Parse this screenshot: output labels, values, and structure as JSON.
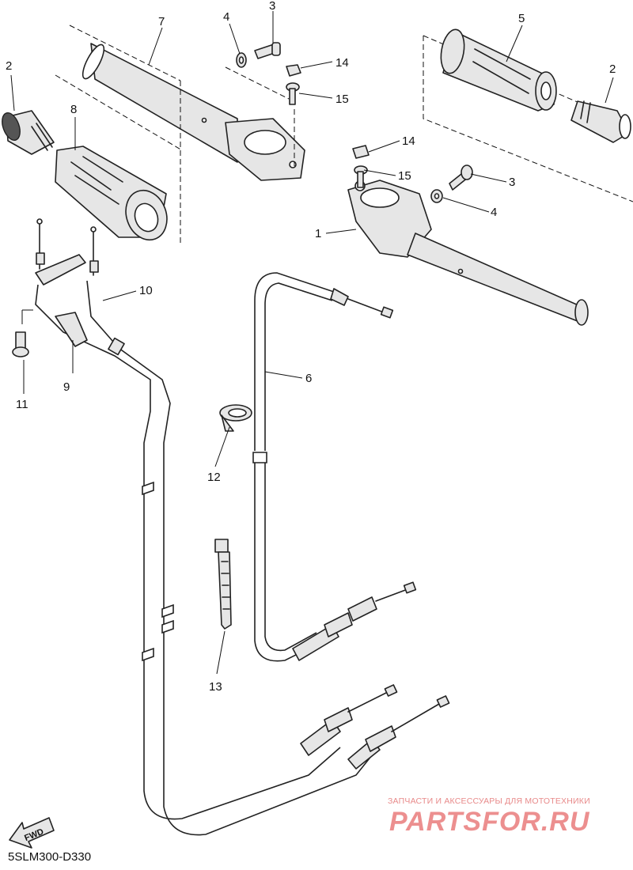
{
  "diagram": {
    "callouts": [
      "1",
      "2",
      "2",
      "3",
      "3",
      "4",
      "4",
      "5",
      "6",
      "7",
      "8",
      "9",
      "10",
      "11",
      "12",
      "13",
      "14",
      "14",
      "15",
      "15"
    ],
    "fwd_label": "FWD",
    "code": "5SLM300-D330"
  },
  "watermark": {
    "top_text": "ЗАПЧАСТИ И АКСЕССУАРЫ ДЛЯ МОТОТЕХНИКИ",
    "logo_text": "PARTSFOR.RU"
  }
}
